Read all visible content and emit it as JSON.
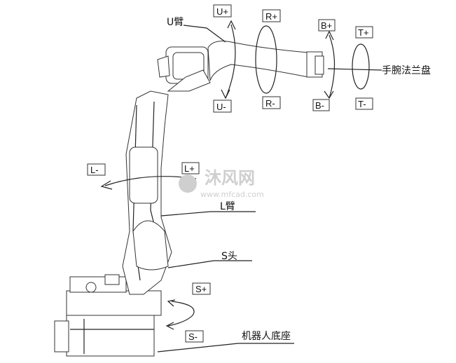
{
  "labels": {
    "u_arm": "U臂",
    "wrist_flange": "手腕法兰盘",
    "l_arm": "L臂",
    "s_head": "S头",
    "robot_base": "机器人底座"
  },
  "axis_boxes": {
    "u_plus": "U+",
    "u_minus": "U-",
    "r_plus": "R+",
    "r_minus": "R-",
    "b_plus": "B+",
    "b_minus": "B-",
    "t_plus": "T+",
    "t_minus": "T-",
    "l_plus": "L+",
    "l_minus": "L-",
    "s_plus": "S+",
    "s_minus": "S-"
  },
  "watermark": {
    "name": "沐风网",
    "url": "www.mfcad.com"
  }
}
